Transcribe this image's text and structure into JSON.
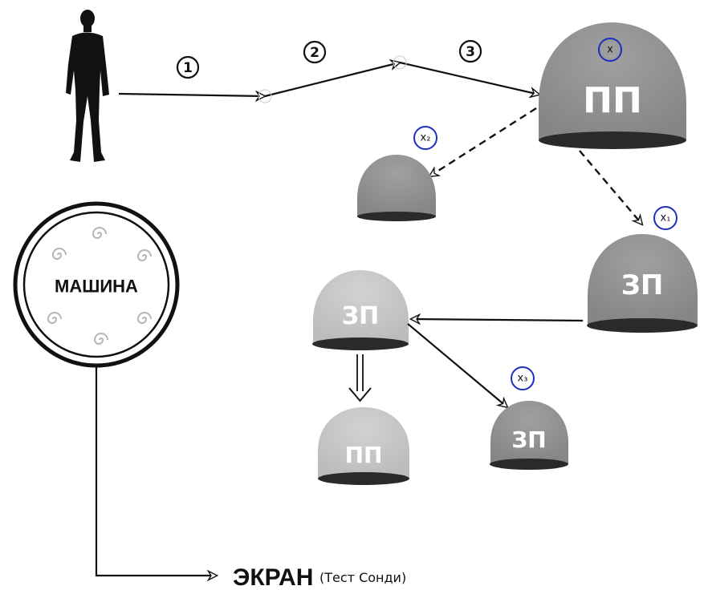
{
  "steps": [
    "1",
    "2",
    "3"
  ],
  "domes": {
    "main_pp": "ПП",
    "small_unlabeled": "",
    "zp_right": "ЗП",
    "zp_light": "ЗП",
    "pp_light": "ПП",
    "zp_small": "ЗП"
  },
  "variables": {
    "x": "x",
    "x1": "x₁",
    "x2": "x₂",
    "x3": "x₃"
  },
  "machine": {
    "label": "МАШИНА"
  },
  "screen": {
    "label": "ЭКРАН",
    "sublabel": "(Тест Сонди)"
  },
  "colors": {
    "dome_dark": "#8c8c8c",
    "dome_light": "#c4c4c4",
    "dome_shadow": "#2a2a2a",
    "variable_circle": "#1a2fc0",
    "line": "#111111"
  }
}
